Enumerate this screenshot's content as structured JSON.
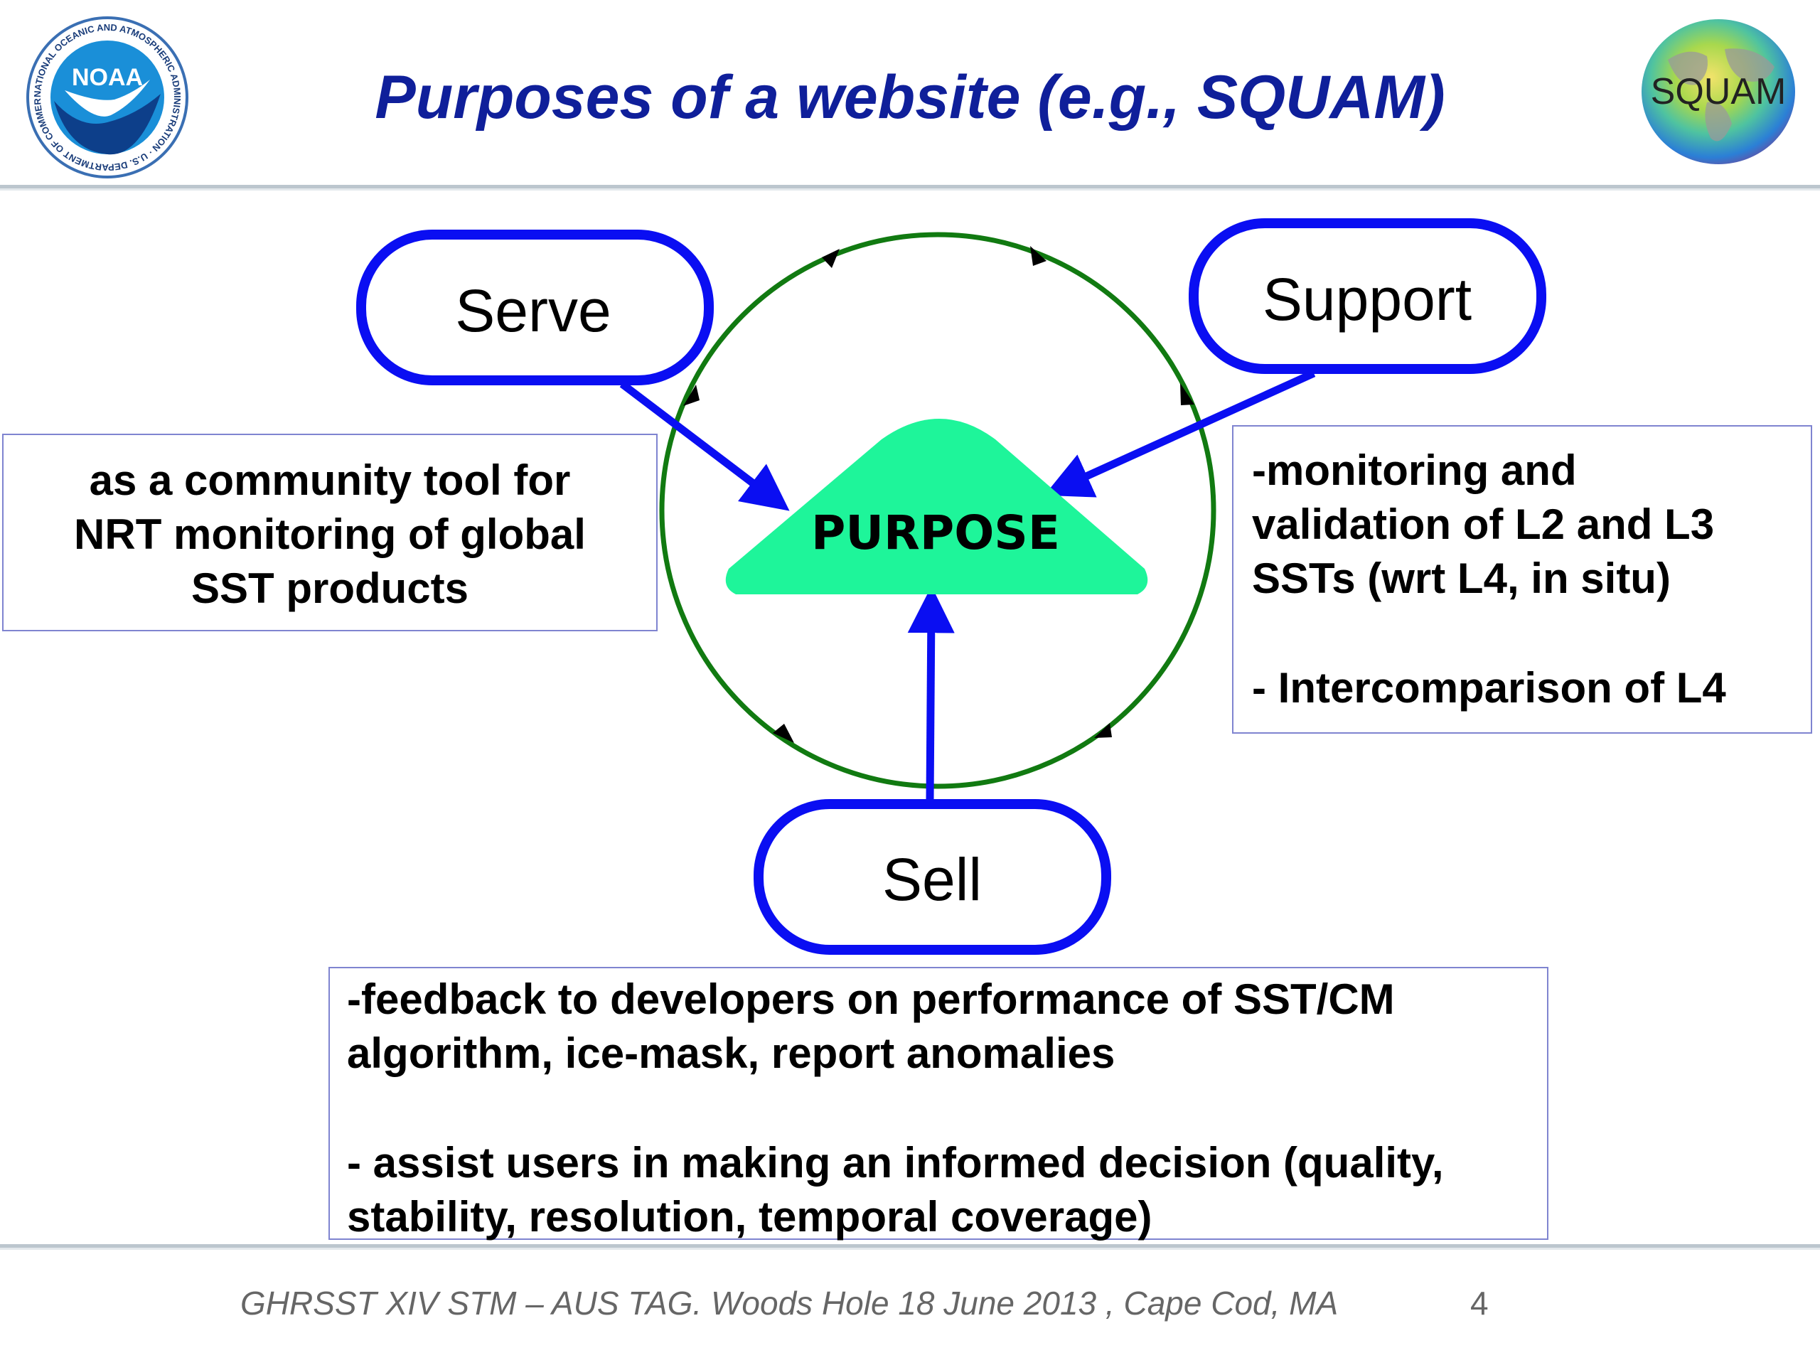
{
  "slide": {
    "title": "Purposes of a website (e.g., SQUAM)",
    "logos": {
      "left": {
        "name": "noaa-logo",
        "text": "NOAA",
        "ring_text": "NATIONAL OCEANIC AND ATMOSPHERIC ADMINISTRATION · U.S. DEPARTMENT OF COMMERCE"
      },
      "right": {
        "name": "squam-logo",
        "text": "SQUAM"
      }
    },
    "colors": {
      "title": "#0f1f9a",
      "pill_border": "#0a0ef2",
      "arrow": "#0a0ef2",
      "circle": "#117a11",
      "center": "#1ef59a",
      "box_border": "#7f84d0",
      "footer": "#666666"
    }
  },
  "diagram": {
    "center_label": "PURPOSE",
    "nodes": {
      "serve": "Serve",
      "support": "Support",
      "sell": "Sell"
    }
  },
  "boxes": {
    "serve": {
      "lines": [
        "as a community tool for",
        "NRT monitoring of global",
        "SST products"
      ]
    },
    "support": {
      "para1": [
        "-monitoring and",
        "validation of L2 and L3",
        "SSTs (wrt L4, in situ)"
      ],
      "para2": [
        "- Intercomparison of L4"
      ]
    },
    "sell": {
      "para1": [
        "-feedback to developers on performance of SST/CM",
        "algorithm, ice-mask, report anomalies"
      ],
      "para2": [
        "- assist users in making an informed decision (quality,",
        "stability, resolution, temporal coverage)"
      ]
    }
  },
  "footer": {
    "text": "GHRSST XIV STM – AUS TAG. Woods Hole 18 June 2013 , Cape Cod, MA",
    "page": "4"
  }
}
